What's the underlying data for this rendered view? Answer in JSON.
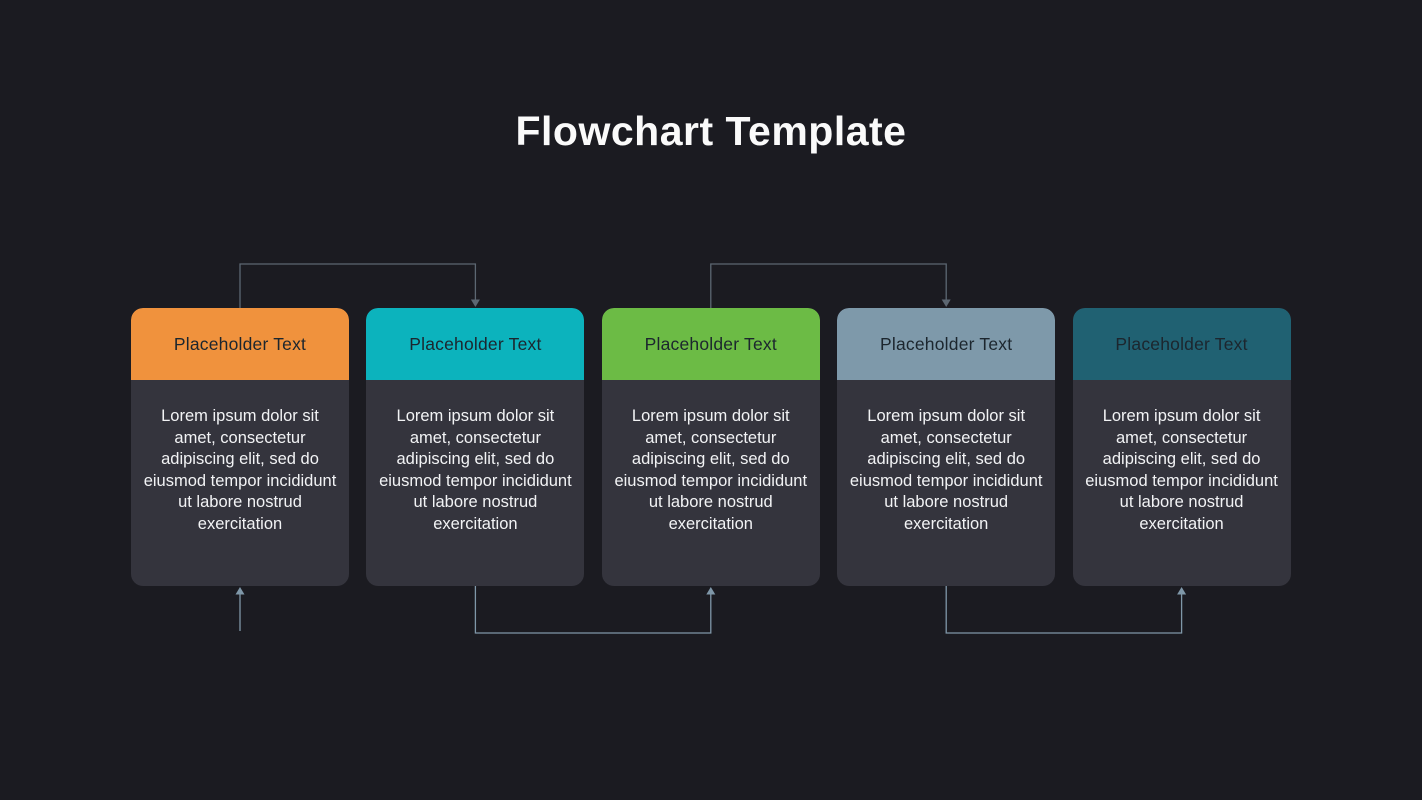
{
  "slide": {
    "title": "Flowchart Template",
    "background_color": "#1b1b21"
  },
  "cards": [
    {
      "header": "Placeholder Text",
      "body": "Lorem ipsum dolor sit amet, consectetur adipiscing elit, sed do eiusmod tempor incididunt ut labore nostrud exercitation",
      "header_color": "#f0923d"
    },
    {
      "header": "Placeholder Text",
      "body": "Lorem ipsum dolor sit amet, consectetur adipiscing elit, sed do eiusmod tempor incididunt ut labore nostrud exercitation",
      "header_color": "#0cb3bd"
    },
    {
      "header": "Placeholder Text",
      "body": "Lorem ipsum dolor sit amet, consectetur adipiscing elit, sed do eiusmod tempor incididunt ut labore nostrud exercitation",
      "header_color": "#6cbb45"
    },
    {
      "header": "Placeholder Text",
      "body": "Lorem ipsum dolor sit amet, consectetur adipiscing elit, sed do eiusmod tempor incididunt ut labore nostrud exercitation",
      "header_color": "#7e99aa"
    },
    {
      "header": "Placeholder Text",
      "body": "Lorem ipsum dolor sit amet, consectetur adipiscing elit, sed do eiusmod tempor incididunt ut labore nostrud exercitation",
      "header_color": "#206172"
    }
  ],
  "connectors": [
    {
      "name": "top-card1-to-card2",
      "side": "top",
      "from": 0,
      "to": 1,
      "color": "#5c6772"
    },
    {
      "name": "top-card3-to-card4",
      "side": "top",
      "from": 2,
      "to": 3,
      "color": "#5c6772"
    },
    {
      "name": "bottom-into-card1",
      "side": "stub",
      "to": 0,
      "color": "#7f97a8"
    },
    {
      "name": "bottom-card2-to-card3",
      "side": "bottom",
      "from": 1,
      "to": 2,
      "color": "#7f97a8"
    },
    {
      "name": "bottom-card4-to-card5",
      "side": "bottom",
      "from": 3,
      "to": 4,
      "color": "#7f97a8"
    }
  ]
}
